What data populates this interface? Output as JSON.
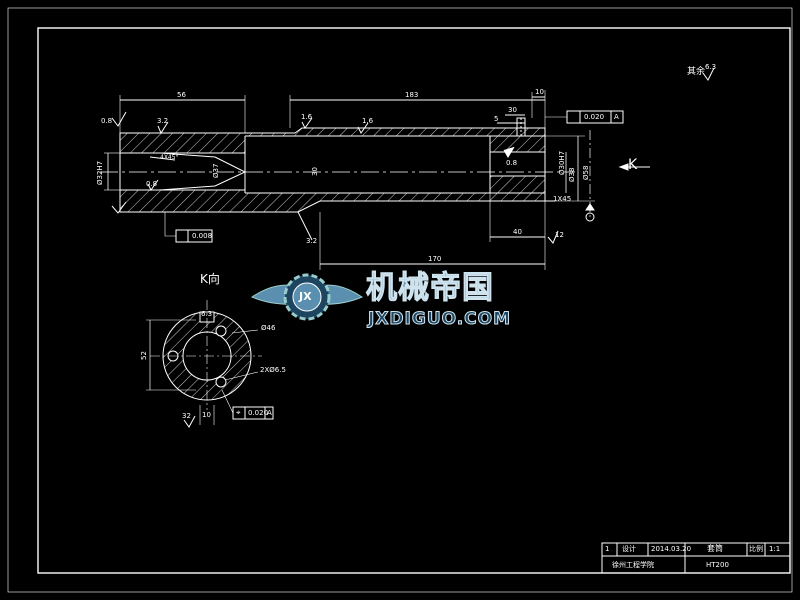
{
  "colors": {
    "background": "#000000",
    "line": "#ffffff",
    "logo_accent": "#5b8fb0",
    "logo_dark": "#1d4560"
  },
  "drawing": {
    "surface_finish_note": "其余",
    "surface_finish_value": "6.3",
    "view_arrow_label": "K",
    "k_view_title": "K向"
  },
  "dimensions": {
    "d_56": "56",
    "d_183": "183",
    "d_10": "10",
    "d_30": "30",
    "d_5": "5",
    "d_170": "170",
    "d_40": "40",
    "d_12_6": "12",
    "d_left_size": "Ø32H7",
    "d_bore": "Ø37",
    "d_inner": "30",
    "d_right_a": "Ø30H7",
    "d_right_b": "Ø58",
    "d_right_c": "Ø38",
    "chamfer_right": "1X45",
    "chamfer_left": "4X45°",
    "ra_left_top": "0.8",
    "ra_left_bot": "0.8",
    "ra_mid": "3.2",
    "ra_mid2": "1.6",
    "ra_r": "1.6",
    "ra_top": "0.8",
    "ra_diag": "3.2",
    "k_d56": "Ø46",
    "k_d": "2XØ6.5",
    "k_52": "52",
    "k_32": "32",
    "k_width": "10",
    "k_ra": "6.3"
  },
  "tolerances": {
    "runout": "0.020",
    "datum_a": "A",
    "parallel": "0.008",
    "position_sym": "⌖",
    "k_tol": "0.020",
    "k_datum": "A"
  },
  "watermark": {
    "cn": "机械帝国",
    "en": "JXDIGUO.COM",
    "badge": "JX"
  },
  "title_block": {
    "part_name": "套筒",
    "material": "HT200",
    "designer": "设计",
    "date": "2014.03.20",
    "scale_label": "比例",
    "scale": "1:1",
    "school": "徐州工程学院",
    "drawing_no": "1"
  }
}
